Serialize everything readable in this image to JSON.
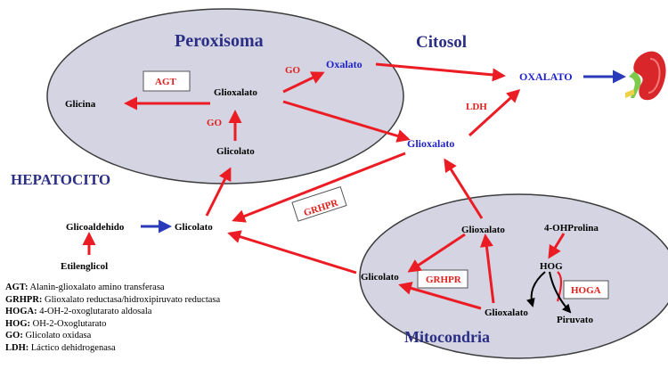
{
  "compartments": {
    "peroxisome": "Peroxisoma",
    "cytosol": "Citosol",
    "hepatocyte": "HEPATOCITO",
    "mitochondria": "Mitocondria"
  },
  "peroxisome": {
    "glycine": "Glicina",
    "glyoxylate": "Glioxalato",
    "glycolate": "Glicolato",
    "oxalate": "Oxalato",
    "enzyme_agt": "AGT",
    "enzyme_go_lower": "GO",
    "enzyme_go_upper": "GO"
  },
  "cytosol": {
    "oxalate": "OXALATO",
    "glyoxylate": "Glioxalato",
    "glycolate": "Glicolato",
    "glycolaldehyde": "Glicoaldehido",
    "ethylene_glycol": "Etilenglicol",
    "enzyme_ldh": "LDH",
    "enzyme_grhpr": "GRHPR"
  },
  "mitochondria": {
    "glyoxylate_top": "Glioxalato",
    "glyoxylate_bottom": "Glioxalato",
    "glycolate": "Glicolato",
    "hydroxyproline": "4-OHProlina",
    "hog": "HOG",
    "pyruvate": "Piruvato",
    "enzyme_grhpr": "GRHPR",
    "enzyme_hoga": "HOGA"
  },
  "legend": [
    {
      "abbr": "AGT:",
      "text": "Alanin-glioxalato amino transferasa"
    },
    {
      "abbr": "GRHPR:",
      "text": "Glioxalato reductasa/hidroxipiruvato reductasa"
    },
    {
      "abbr": "HOGA:",
      "text": "4-OH-2-oxoglutarato aldosala"
    },
    {
      "abbr": "HOG:",
      "text": "OH-2-Oxoglutarato"
    },
    {
      "abbr": "GO:",
      "text": "Glicolato oxidasa"
    },
    {
      "abbr": "LDH:",
      "text": "Láctico dehidrogenasa"
    }
  ],
  "colors": {
    "compartment_fill": "#d4d4e2",
    "compartment_stroke": "#3c3c3c",
    "arrow_red": "#ec1c24",
    "arrow_blue": "#2a3ab8",
    "title_navy": "#2a2f85",
    "metabolite_blue": "#1f22c9",
    "enzyme_red": "#e0201c"
  },
  "icons": {
    "kidney": "kidney-icon"
  }
}
